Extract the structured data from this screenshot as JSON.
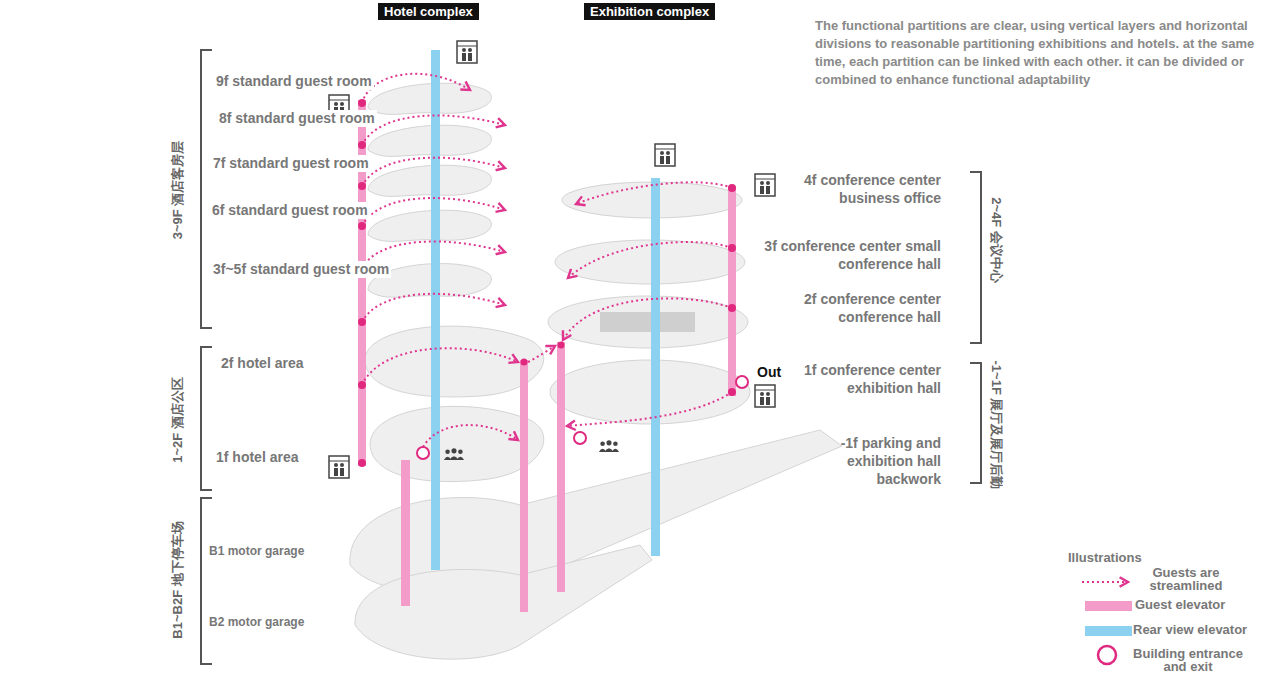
{
  "diagram": {
    "nodes": [
      {
        "text": [
          "Hotel complex"
        ]
      },
      {
        "text": [
          "Exhibition complex"
        ]
      }
    ],
    "labels": [
      "The functional partitions are clear, using vertical layers and horizontal divisions to reasonable partitioning exhibitions and hotels. at the same time, each partition can be linked with each other. it can be divided or combined to enhance functional adaptability",
      "3~9F 酒店客房层",
      "9f standard guest room",
      "8f standard guest room",
      "7f standard guest room",
      "6f standard guest room",
      "3f~5f standard guest room",
      "1~2F 酒店公区",
      "2f hotel area",
      "1f hotel area",
      "B1~B2F 地下停车场",
      "B1 motor garage",
      "B2 motor garage",
      "4f conference center business office",
      "2~4F 会议中心",
      "3f conference center small conference hall",
      "2f conference center conference hall",
      "1f conference center exhibition hall",
      "-1~1F 展厅及展厅后勤",
      "Out",
      "-1f parking and exhibition hall backwork",
      "Illustrations"
    ],
    "legend": [
      {
        "text": "Guests are streamlined"
      },
      {
        "text": "Guest elevator",
        "color": "#f39bc9"
      },
      {
        "text": "Rear view elevator",
        "color": "#8dd1f1"
      },
      {
        "text": "Building entrance and exit"
      }
    ]
  }
}
